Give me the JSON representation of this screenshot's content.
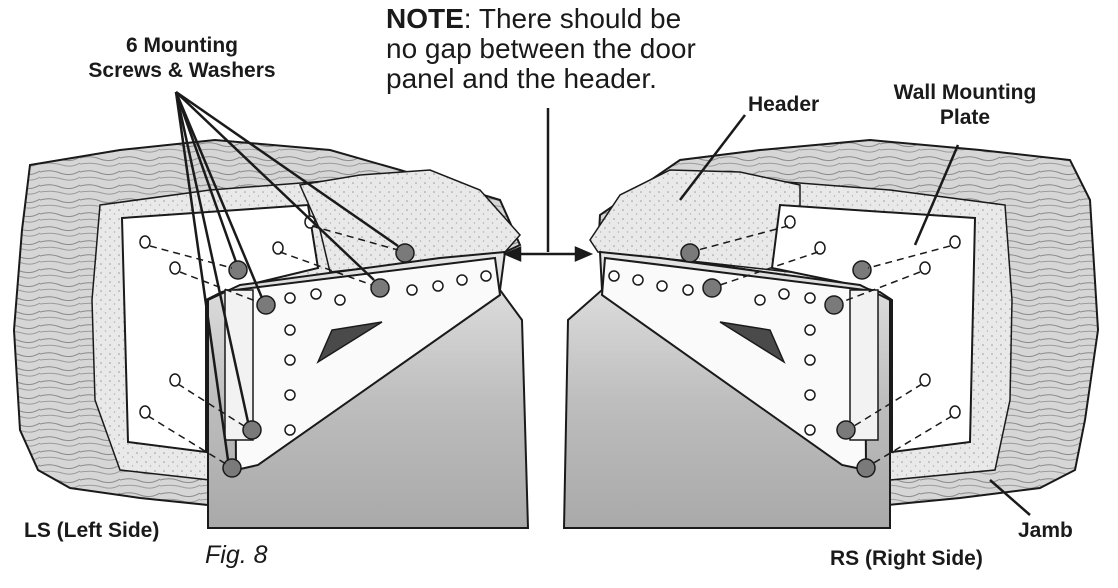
{
  "note": {
    "keyword": "NOTE",
    "line1_rest": ": There should be",
    "line2": "no gap between the door",
    "line3": "panel and the header."
  },
  "labels": {
    "screws_line1": "6 Mounting",
    "screws_line2": "Screws & Washers",
    "header": "Header",
    "wall_plate_line1": "Wall Mounting",
    "wall_plate_line2": "Plate",
    "jamb": "Jamb",
    "left_side": "LS (Left Side)",
    "right_side": "RS (Right Side)",
    "figure": "Fig. 8"
  },
  "colors": {
    "wood": "#d9d9d9",
    "concrete": "#ececec",
    "plate": "#ffffff",
    "door_panel": "#c9c9c9",
    "line": "#1a1a1a"
  }
}
